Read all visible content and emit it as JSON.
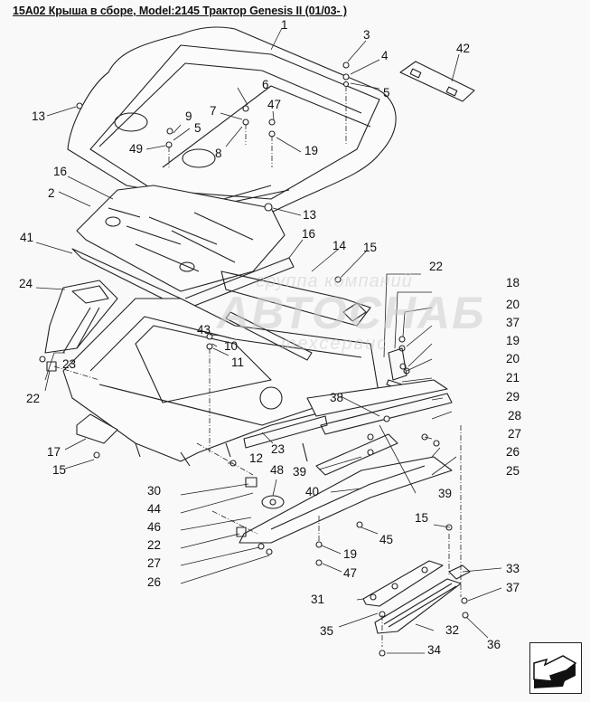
{
  "title": "15A02 Крыша в сборе, Model:2145 Трактор Genesis II (01/03- )",
  "watermark": {
    "line1": "группа компаний",
    "line2": "АВТОСНАБ",
    "line3": "техсервис"
  },
  "callouts": [
    {
      "id": "c1",
      "text": "1"
    },
    {
      "id": "c3",
      "text": "3"
    },
    {
      "id": "c4",
      "text": "4"
    },
    {
      "id": "c5a",
      "text": "5"
    },
    {
      "id": "c42",
      "text": "42"
    },
    {
      "id": "c6",
      "text": "6"
    },
    {
      "id": "c13a",
      "text": "13"
    },
    {
      "id": "c9",
      "text": "9"
    },
    {
      "id": "c7",
      "text": "7"
    },
    {
      "id": "c47a",
      "text": "47"
    },
    {
      "id": "c5b",
      "text": "5"
    },
    {
      "id": "c49",
      "text": "49"
    },
    {
      "id": "c8",
      "text": "8"
    },
    {
      "id": "c19a",
      "text": "19"
    },
    {
      "id": "c16a",
      "text": "16"
    },
    {
      "id": "c2",
      "text": "2"
    },
    {
      "id": "c13b",
      "text": "13"
    },
    {
      "id": "c41",
      "text": "41"
    },
    {
      "id": "c16b",
      "text": "16"
    },
    {
      "id": "c14",
      "text": "14"
    },
    {
      "id": "c15a",
      "text": "15"
    },
    {
      "id": "c22a",
      "text": "22"
    },
    {
      "id": "c24",
      "text": "24"
    },
    {
      "id": "c18",
      "text": "18"
    },
    {
      "id": "c20a",
      "text": "20"
    },
    {
      "id": "c43",
      "text": "43"
    },
    {
      "id": "c37a",
      "text": "37"
    },
    {
      "id": "c10",
      "text": "10"
    },
    {
      "id": "c19b",
      "text": "19"
    },
    {
      "id": "c23a",
      "text": "23"
    },
    {
      "id": "c11",
      "text": "11"
    },
    {
      "id": "c20b",
      "text": "20"
    },
    {
      "id": "c22b",
      "text": "22"
    },
    {
      "id": "c21",
      "text": "21"
    },
    {
      "id": "c38",
      "text": "38"
    },
    {
      "id": "c29",
      "text": "29"
    },
    {
      "id": "c28",
      "text": "28"
    },
    {
      "id": "c27a",
      "text": "27"
    },
    {
      "id": "c17",
      "text": "17"
    },
    {
      "id": "c26a",
      "text": "26"
    },
    {
      "id": "c23b",
      "text": "23"
    },
    {
      "id": "c15b",
      "text": "15"
    },
    {
      "id": "c12",
      "text": "12"
    },
    {
      "id": "c39a",
      "text": "39"
    },
    {
      "id": "c25",
      "text": "25"
    },
    {
      "id": "c48",
      "text": "48"
    },
    {
      "id": "c30",
      "text": "30"
    },
    {
      "id": "c40",
      "text": "40"
    },
    {
      "id": "c39b",
      "text": "39"
    },
    {
      "id": "c44",
      "text": "44"
    },
    {
      "id": "c15c",
      "text": "15"
    },
    {
      "id": "c46",
      "text": "46"
    },
    {
      "id": "c45",
      "text": "45"
    },
    {
      "id": "c22c",
      "text": "22"
    },
    {
      "id": "c19c",
      "text": "19"
    },
    {
      "id": "c27b",
      "text": "27"
    },
    {
      "id": "c47b",
      "text": "47"
    },
    {
      "id": "c26b",
      "text": "26"
    },
    {
      "id": "c33",
      "text": "33"
    },
    {
      "id": "c31",
      "text": "31"
    },
    {
      "id": "c37b",
      "text": "37"
    },
    {
      "id": "c35",
      "text": "35"
    },
    {
      "id": "c32",
      "text": "32"
    },
    {
      "id": "c36",
      "text": "36"
    },
    {
      "id": "c34",
      "text": "34"
    }
  ],
  "navigation": {
    "icon": "arrow-back-left-down-icon"
  }
}
